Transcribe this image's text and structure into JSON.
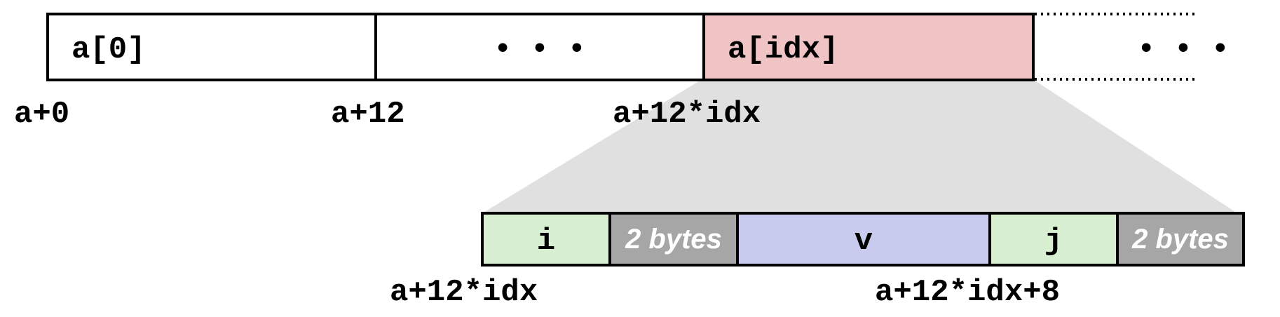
{
  "top_array": {
    "cells": [
      {
        "label": "a[0]"
      },
      {
        "label": "• • •"
      },
      {
        "label": "a[idx]"
      }
    ],
    "trailing_label": "• • •",
    "address_labels": [
      "a+0",
      "a+12",
      "a+12*idx"
    ]
  },
  "struct": {
    "fields": [
      {
        "label": "i",
        "kind": "field"
      },
      {
        "label": "2 bytes",
        "kind": "padding"
      },
      {
        "label": "v",
        "kind": "field"
      },
      {
        "label": "j",
        "kind": "field"
      },
      {
        "label": "2 bytes",
        "kind": "padding"
      }
    ],
    "address_labels": [
      "a+12*idx",
      "a+12*idx+8"
    ]
  },
  "colors": {
    "highlight": "#f0c4c4",
    "field_green": "#d9efd1",
    "field_blue": "#c9cbee",
    "padding_gray": "#a6a6a6",
    "zoom_gray": "#e0e0e0",
    "stroke": "#000000"
  }
}
